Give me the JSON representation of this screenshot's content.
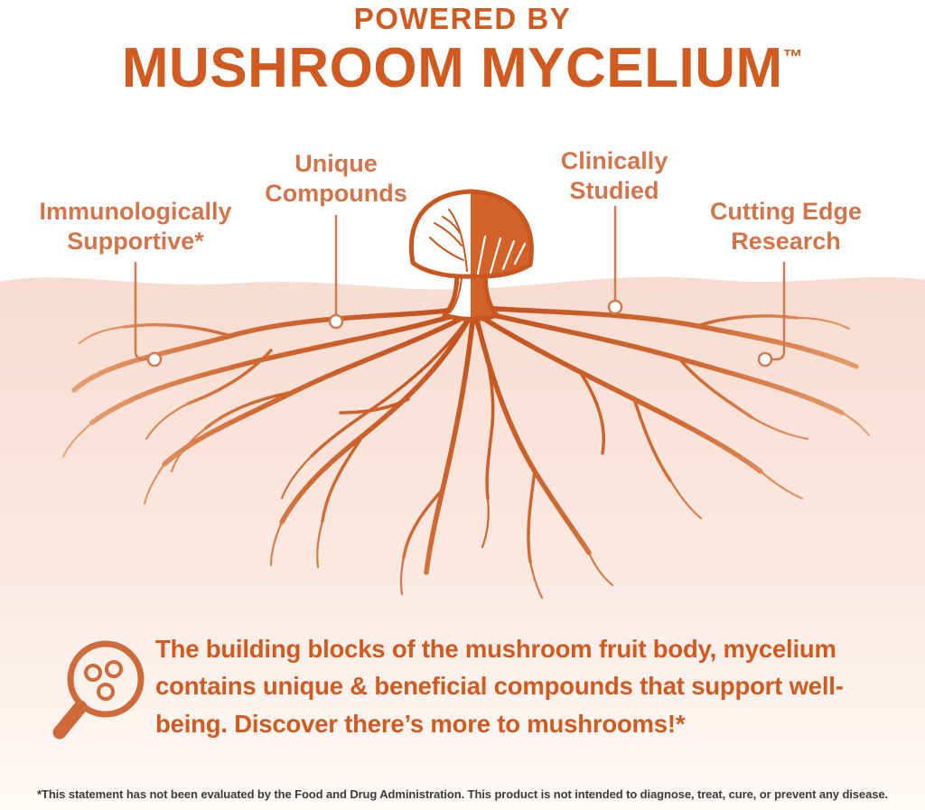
{
  "colors": {
    "accent": "#d05a20",
    "callout": "#d3744a",
    "ground": "#f8dcd0",
    "root_dark": "#c2511e",
    "root_light": "#eaa87e",
    "footer_text": "#3c3c3c"
  },
  "header": {
    "kicker": "POWERED BY",
    "title": "MUSHROOM MYCELIUM",
    "trademark": "™"
  },
  "callouts": [
    {
      "label": "Immunologically Supportive*"
    },
    {
      "label": "Unique Compounds"
    },
    {
      "label": "Clinically Studied"
    },
    {
      "label": "Cutting Edge Research"
    }
  ],
  "illustration": {
    "center_icon": "mushroom-with-mycelium-roots",
    "bottom_icon": "magnifying-glass-with-compound-molecules"
  },
  "description": {
    "before_bold": "The building blocks of the mushroom fruit body, ",
    "bold": "mycelium",
    "after_bold": " contains unique & beneficial compounds that support well-being. Discover there’s more to mushrooms!*"
  },
  "footer": {
    "disclaimer": "*This statement has not been evaluated by the Food and Drug Administration. This product is not intended to diagnose, treat, cure, or prevent any disease."
  }
}
